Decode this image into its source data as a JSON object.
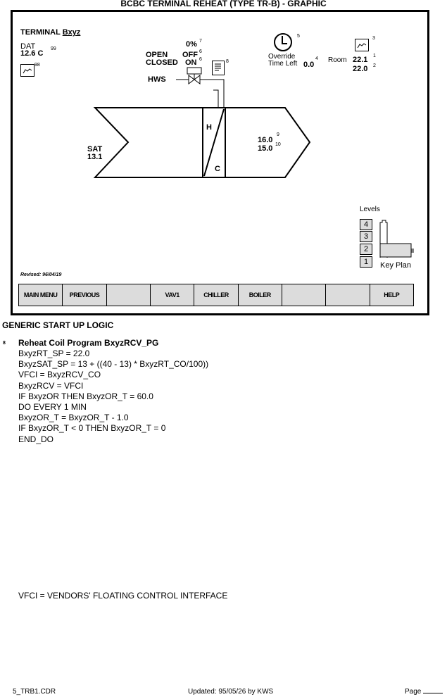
{
  "title": "BCBC TERMINAL REHEAT (TYPE TR-B)  -  GRAPHIC",
  "graphic": {
    "terminal_label": "TERMINAL",
    "terminal_name": "Bxyz",
    "dat_label": "DAT",
    "dat_value": "12.6 C",
    "dat_ref": "99",
    "dat_trend_ref": "98",
    "valve_percent": "0%",
    "valve_percent_ref": "7",
    "open_label": "OPEN",
    "closed_label": "CLOSED",
    "off_label": "OFF",
    "on_label": "ON",
    "off_ref": "6",
    "on_ref": "6",
    "doc_ref": "8",
    "hws_label": "HWS",
    "clock_ref": "5",
    "override_label": "Override",
    "time_left_label": "Time Left",
    "override_value": "0.0",
    "override_ref": "4",
    "room_label": "Room",
    "room_value": "22.1",
    "room_ref": "1",
    "room_sp": "22.0",
    "room_sp_ref": "2",
    "room_trend_ref": "3",
    "sat_label": "SAT",
    "sat_value": "13.1",
    "coil_h": "H",
    "coil_c": "C",
    "discharge_value": "16.0",
    "discharge_ref": "9",
    "discharge_sp": "15.0",
    "discharge_sp_ref": "10",
    "levels_label": "Levels",
    "levels": [
      "4",
      "3",
      "2",
      "1"
    ],
    "key_plan": "Key Plan",
    "revised": "Revised: 96/04/19",
    "buttons": [
      "MAIN MENU",
      "PREVIOUS",
      "",
      "VAV1",
      "CHILLER",
      "BOILER",
      "",
      "",
      "HELP"
    ]
  },
  "section_title": "GENERIC START UP LOGIC",
  "program": {
    "ref": "8",
    "title": "Reheat Coil Program BxyzRCV_PG",
    "lines": [
      "BxyzRT_SP = 22.0",
      "BxyzSAT_SP = 13 + ((40 - 13) * BxyzRT_CO/100))",
      "VFCI = BxyzRCV_CO",
      "BxyzRCV = VFCI",
      "IF BxyzOR THEN BxyzOR_T = 60.0",
      "DO EVERY 1 MIN",
      "BxyzOR_T = BxyzOR_T - 1.0",
      "IF BxyzOR_T < 0 THEN BxyzOR_T = 0",
      "END_DO"
    ]
  },
  "footnote": "VFCI = VENDORS' FLOATING CONTROL INTERFACE",
  "footer": {
    "file": "5_TRB1.CDR",
    "updated": "Updated: 95/05/26 by KWS",
    "page": "Page"
  }
}
